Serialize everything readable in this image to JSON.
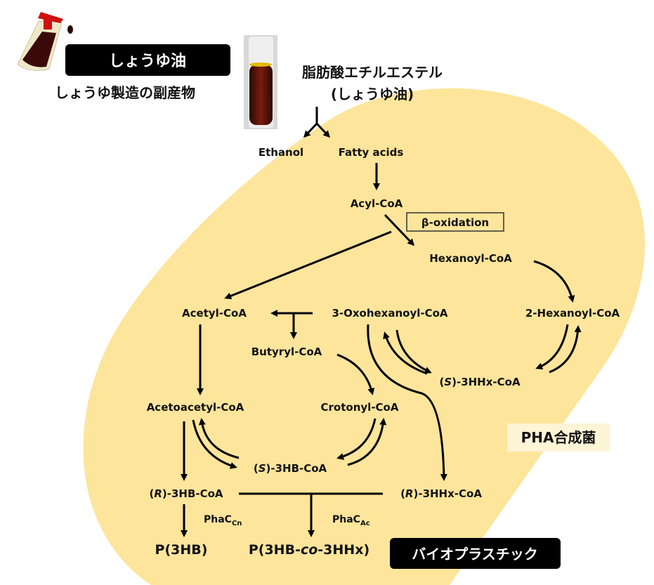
{
  "header": {
    "soy_oil_badge": "しょうゆ油",
    "soy_byproduct": "しょうゆ製造の副産物",
    "feedstock_title": "脂肪酸エチルエステル",
    "feedstock_subtitle": "(しょうゆ油)"
  },
  "nodes": {
    "ethanol": "Ethanol",
    "fatty_acids": "Fatty acids",
    "acyl_coa": "Acyl-CoA",
    "beta_oxidation": "β-oxidation",
    "hexanoyl_coa": "Hexanoyl-CoA",
    "hexenoyl_coa": "2-Hexanoyl-CoA",
    "acetyl_coa": "Acetyl-CoA",
    "oxohexanoyl_coa": "3-Oxohexanoyl-CoA",
    "butyryl_coa": "Butyryl-CoA",
    "s_3hhx_prefix": "(",
    "s_3hhx_stereo": "S",
    "s_3hhx_rest": ")-3HHx-CoA",
    "acetoacetyl_coa": "Acetoacetyl-CoA",
    "crotonyl_coa": "Crotonyl-CoA",
    "s_3hb_prefix": "(",
    "s_3hb_stereo": "S",
    "s_3hb_rest": ")-3HB-CoA",
    "r_3hb_prefix": "(",
    "r_3hb_stereo": "R",
    "r_3hb_rest": ")-3HB-CoA",
    "r_3hhx_prefix": "(",
    "r_3hhx_stereo": "R",
    "r_3hhx_rest": ")-3HHx-CoA",
    "phac_cn_main": "PhaC",
    "phac_cn_sub": "Cn",
    "phac_ac_main": "PhaC",
    "phac_ac_sub": "Ac",
    "p3hb": "P(3HB)",
    "copolymer_a": "P(3HB-",
    "copolymer_co": "co",
    "copolymer_b": "-3HHx)"
  },
  "labels": {
    "organism": "PHA合成菌",
    "bioplastic": "バイオプラスチック"
  },
  "colors": {
    "cell_fill": "#fde59b",
    "badge_bg": "#000000",
    "soy_dark": "#3a0a0a",
    "cap_red": "#d01010"
  }
}
